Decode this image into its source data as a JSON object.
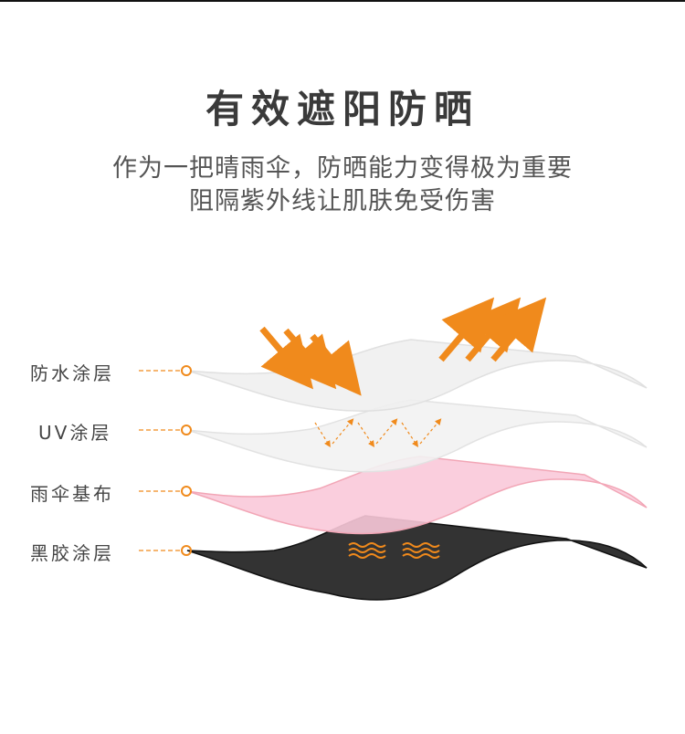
{
  "header": {
    "title": "有效遮阳防晒",
    "subtitle_line1": "作为一把晴雨伞，防晒能力变得极为重要",
    "subtitle_line2": "阻隔紫外线让肌肤免受伤害"
  },
  "layers": [
    {
      "label": "防水涂层",
      "color": "#f1f1f1"
    },
    {
      "label": "UV涂层",
      "color": "#f3f3f3"
    },
    {
      "label": "雨伞基布",
      "color": "#f9c9d9"
    },
    {
      "label": "黑胶涂层",
      "color": "#333333"
    }
  ],
  "colors": {
    "accent": "#f08a1c",
    "text": "#444444",
    "title": "#3a3a3a"
  }
}
